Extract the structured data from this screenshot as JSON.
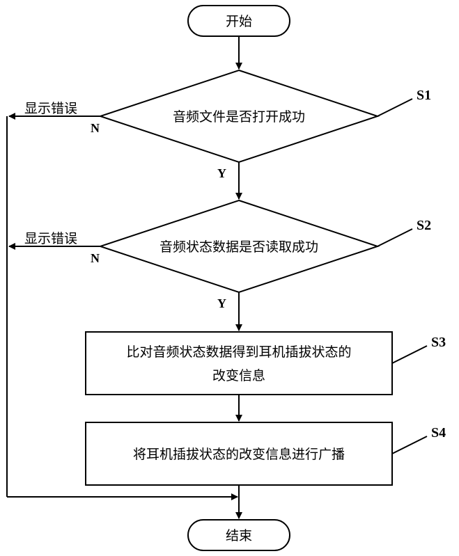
{
  "flowchart": {
    "start": "开始",
    "decision_1": "音频文件是否打开成功",
    "decision_2": "音频状态数据是否读取成功",
    "process_3_line1": "比对音频状态数据得到耳机插拔状态的",
    "process_3_line2": "改变信息",
    "process_4": "将耳机插拔状态的改变信息进行广播",
    "end": "结束",
    "error_label_1": "显示错误",
    "error_label_2": "显示错误",
    "no_label_1": "N",
    "no_label_2": "N",
    "yes_label_1": "Y",
    "yes_label_2": "Y",
    "step_1": "S1",
    "step_2": "S2",
    "step_3": "S3",
    "step_4": "S4"
  }
}
